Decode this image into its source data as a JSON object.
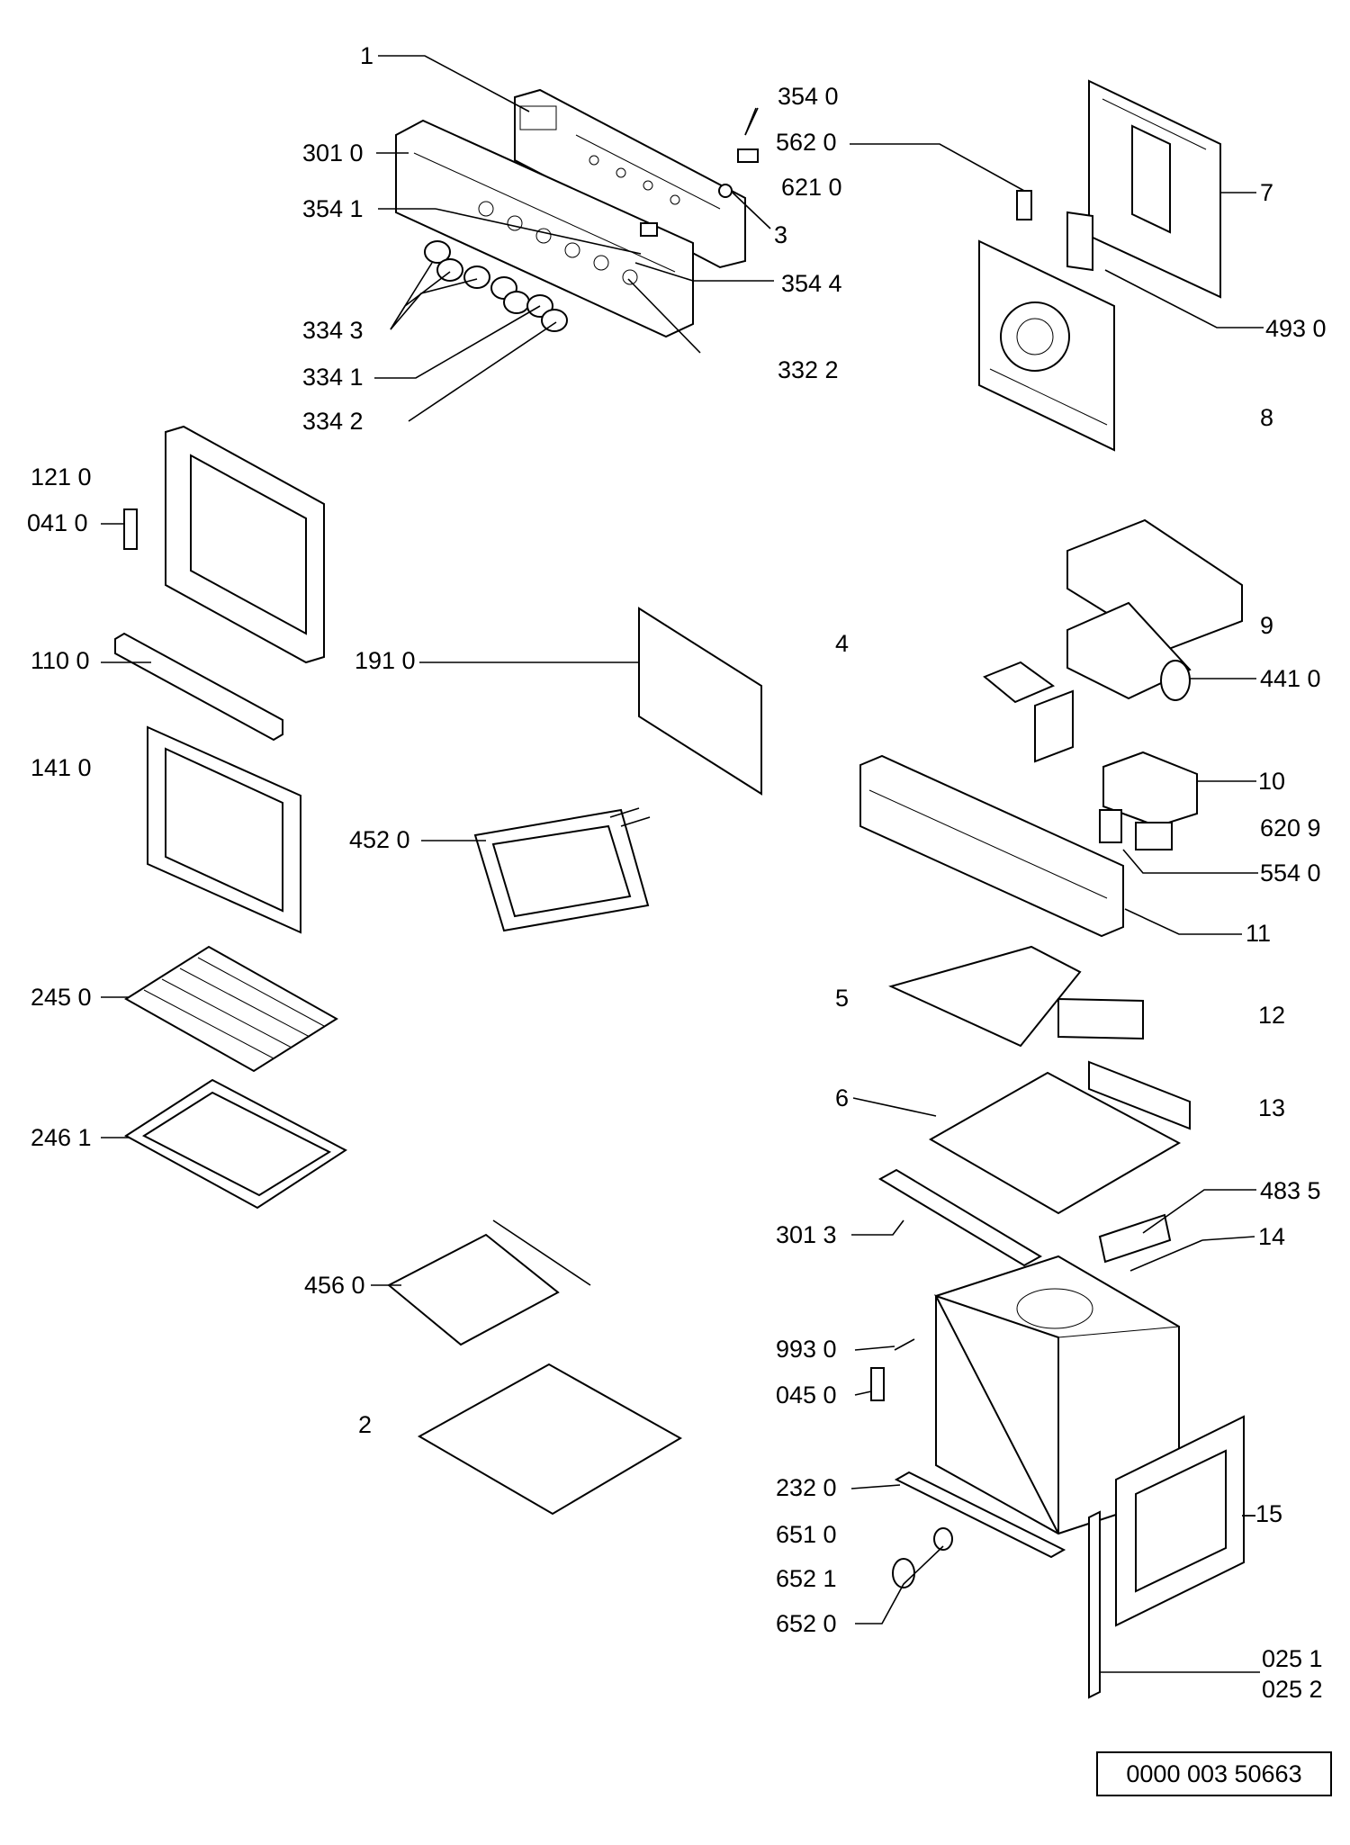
{
  "labels": [
    {
      "id": "l1",
      "text": "1"
    },
    {
      "id": "l3010",
      "text": "301 0"
    },
    {
      "id": "l3541",
      "text": "354 1"
    },
    {
      "id": "l3343",
      "text": "334 3"
    },
    {
      "id": "l3341",
      "text": "334 1"
    },
    {
      "id": "l3342",
      "text": "334 2"
    },
    {
      "id": "l3540",
      "text": "354 0"
    },
    {
      "id": "l5620",
      "text": "562 0"
    },
    {
      "id": "l6210",
      "text": "621 0"
    },
    {
      "id": "l3",
      "text": "3"
    },
    {
      "id": "l3544",
      "text": "354 4"
    },
    {
      "id": "l3322",
      "text": "332 2"
    },
    {
      "id": "l7",
      "text": "7"
    },
    {
      "id": "l4930",
      "text": "493 0"
    },
    {
      "id": "l8",
      "text": "8"
    },
    {
      "id": "l1210",
      "text": "121 0"
    },
    {
      "id": "l0410",
      "text": "041 0"
    },
    {
      "id": "l1100",
      "text": "110 0"
    },
    {
      "id": "l1910",
      "text": "191 0"
    },
    {
      "id": "l9",
      "text": "9"
    },
    {
      "id": "l4",
      "text": "4"
    },
    {
      "id": "l4410",
      "text": "441 0"
    },
    {
      "id": "l1410",
      "text": "141 0"
    },
    {
      "id": "l10",
      "text": "10"
    },
    {
      "id": "l6209",
      "text": "620 9"
    },
    {
      "id": "l4520",
      "text": "452 0"
    },
    {
      "id": "l5540",
      "text": "554 0"
    },
    {
      "id": "l11",
      "text": "11"
    },
    {
      "id": "l2450",
      "text": "245 0"
    },
    {
      "id": "l5",
      "text": "5"
    },
    {
      "id": "l12",
      "text": "12"
    },
    {
      "id": "l6",
      "text": "6"
    },
    {
      "id": "l13",
      "text": "13"
    },
    {
      "id": "l2461",
      "text": "246 1"
    },
    {
      "id": "l4835",
      "text": "483 5"
    },
    {
      "id": "l3013",
      "text": "301 3"
    },
    {
      "id": "l14",
      "text": "14"
    },
    {
      "id": "l4560",
      "text": "456 0"
    },
    {
      "id": "l9930",
      "text": "993 0"
    },
    {
      "id": "l0450",
      "text": "045 0"
    },
    {
      "id": "l2",
      "text": "2"
    },
    {
      "id": "l2320",
      "text": "232 0"
    },
    {
      "id": "l15",
      "text": "–15"
    },
    {
      "id": "l6510",
      "text": "651 0"
    },
    {
      "id": "l6521",
      "text": "652 1"
    },
    {
      "id": "l6520",
      "text": "652 0"
    },
    {
      "id": "l0251",
      "text": "025 1"
    },
    {
      "id": "l0252",
      "text": "025 2"
    }
  ],
  "document_number": "0000 003 50663"
}
